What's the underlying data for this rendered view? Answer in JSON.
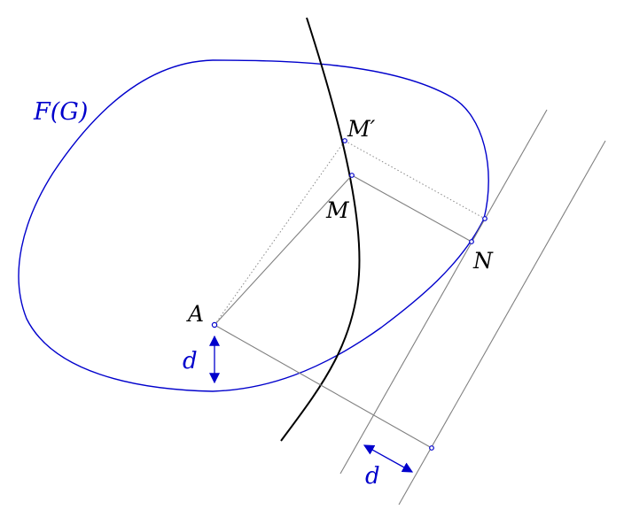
{
  "labels": {
    "curve": "F(G)",
    "point_a": "A",
    "point_m": "M",
    "point_m_prime": "M′",
    "point_n": "N",
    "distance_vertical": "d",
    "distance_oblique": "d"
  },
  "colors": {
    "blue": "#0000cc",
    "black": "#000000",
    "gray": "#808080",
    "dotted": "#8a8a8a"
  }
}
